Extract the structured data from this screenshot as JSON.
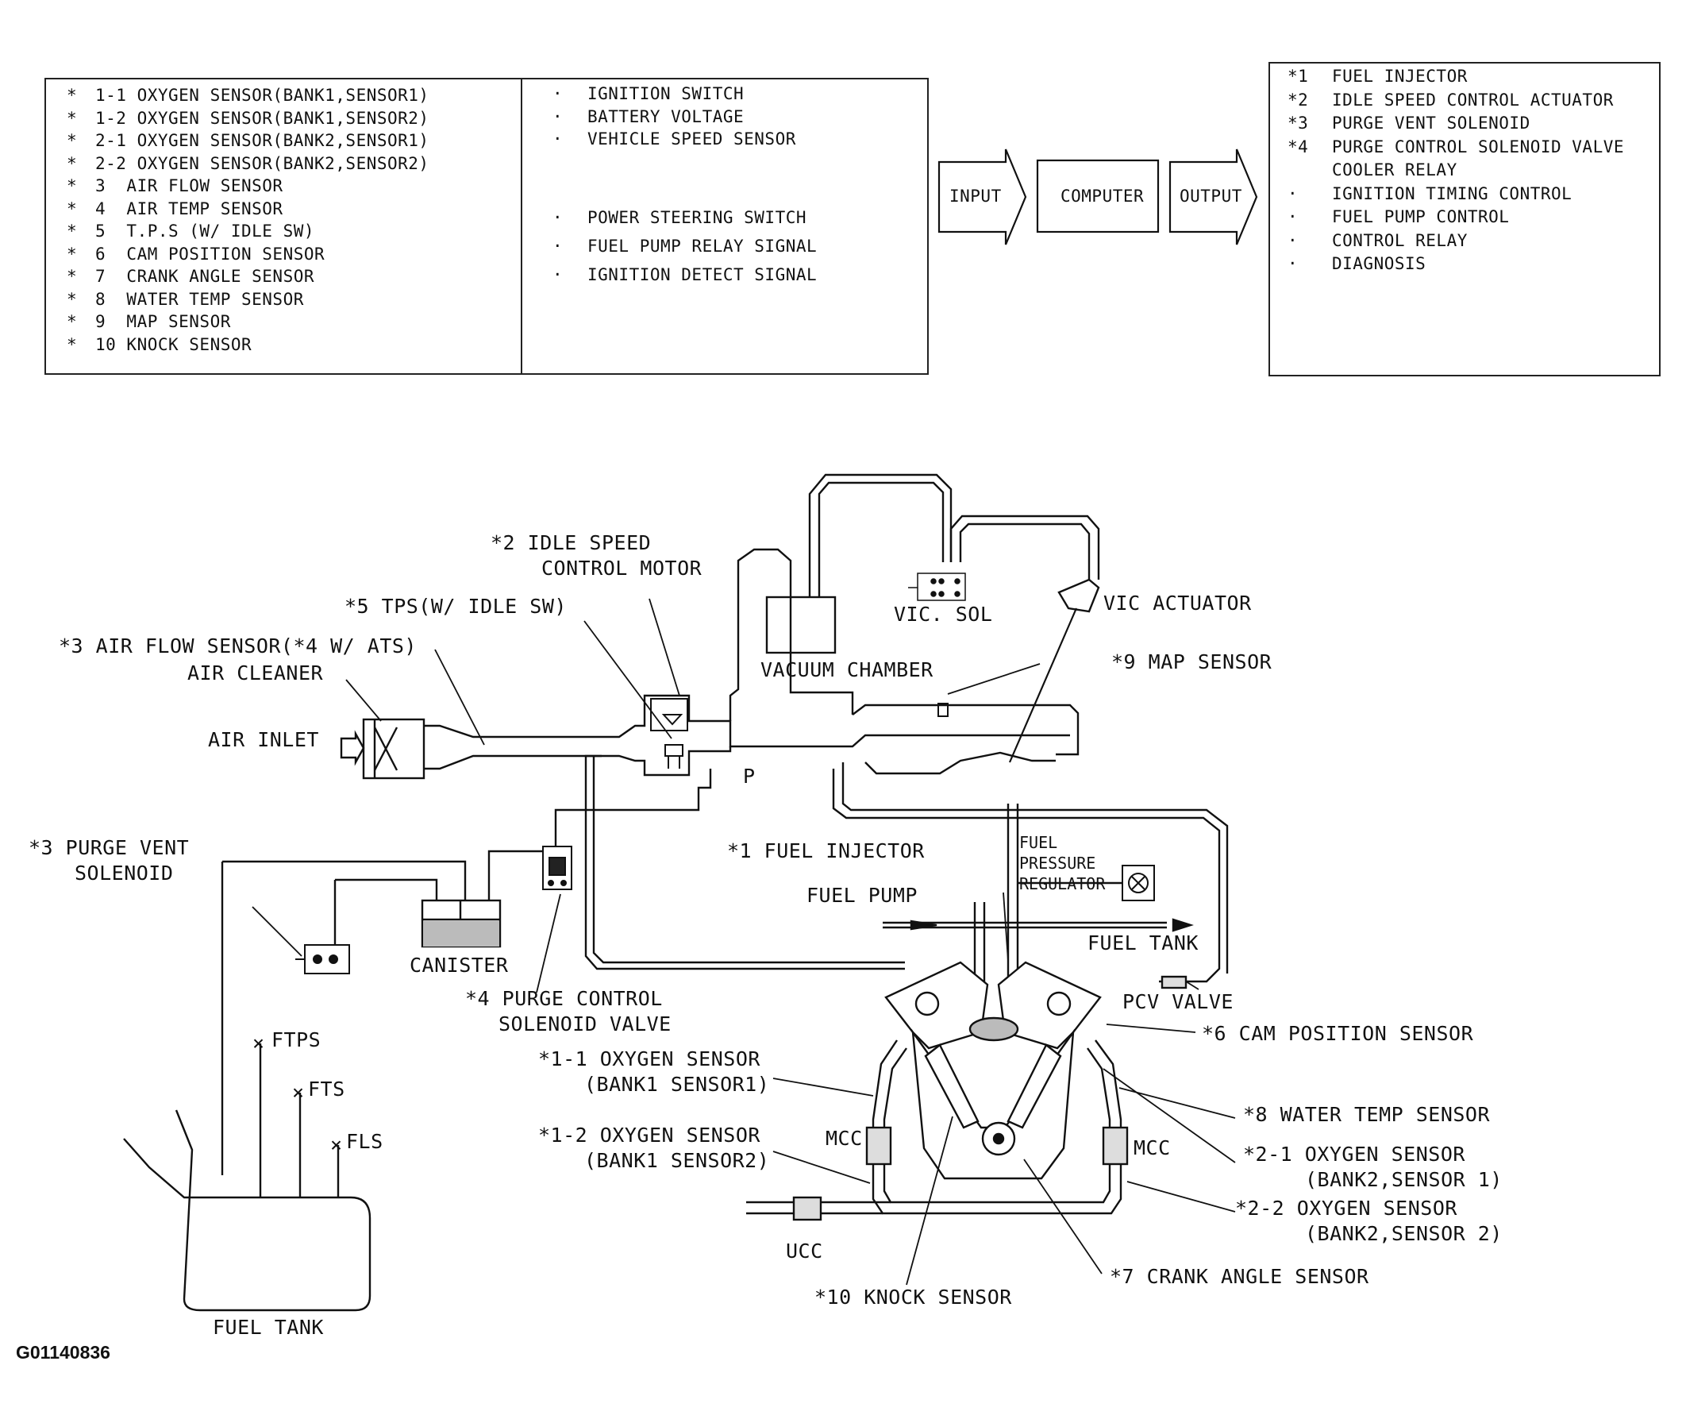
{
  "sensor_list": [
    {
      "mark": "*",
      "text": "1-1 OXYGEN SENSOR(BANK1,SENSOR1)"
    },
    {
      "mark": "*",
      "text": "1-2 OXYGEN SENSOR(BANK1,SENSOR2)"
    },
    {
      "mark": "*",
      "text": "2-1 OXYGEN SENSOR(BANK2,SENSOR1)"
    },
    {
      "mark": "*",
      "text": "2-2 OXYGEN SENSOR(BANK2,SENSOR2)"
    },
    {
      "mark": "*",
      "text": "3  AIR FLOW SENSOR"
    },
    {
      "mark": "*",
      "text": "4  AIR TEMP SENSOR"
    },
    {
      "mark": "*",
      "text": "5  T.P.S (W/ IDLE SW)"
    },
    {
      "mark": "*",
      "text": "6  CAM POSITION SENSOR"
    },
    {
      "mark": "*",
      "text": "7  CRANK ANGLE SENSOR"
    },
    {
      "mark": "*",
      "text": "8  WATER TEMP SENSOR"
    },
    {
      "mark": "*",
      "text": "9  MAP SENSOR"
    },
    {
      "mark": "*",
      "text": "10 KNOCK SENSOR"
    }
  ],
  "signal_list_a": [
    {
      "mark": "·",
      "text": "IGNITION SWITCH"
    },
    {
      "mark": "·",
      "text": "BATTERY VOLTAGE"
    },
    {
      "mark": "·",
      "text": "VEHICLE SPEED SENSOR"
    }
  ],
  "signal_list_b": [
    {
      "mark": "·",
      "text": "POWER STEERING SWITCH"
    },
    {
      "mark": "·",
      "text": "FUEL PUMP RELAY SIGNAL"
    },
    {
      "mark": "·",
      "text": "IGNITION DETECT SIGNAL"
    }
  ],
  "flow": {
    "input": "INPUT",
    "computer": "COMPUTER",
    "output": "OUTPUT"
  },
  "output_list": [
    {
      "mark": "*1",
      "text": "FUEL INJECTOR"
    },
    {
      "mark": "*2",
      "text": "IDLE SPEED CONTROL ACTUATOR"
    },
    {
      "mark": "*3",
      "text": "PURGE VENT SOLENOID"
    },
    {
      "mark": "*4",
      "text": "PURGE CONTROL SOLENOID VALVE"
    },
    {
      "mark": "",
      "text": "COOLER RELAY"
    },
    {
      "mark": "·",
      "text": "IGNITION TIMING CONTROL"
    },
    {
      "mark": "·",
      "text": "FUEL PUMP CONTROL"
    },
    {
      "mark": "·",
      "text": "CONTROL RELAY"
    },
    {
      "mark": "·",
      "text": "DIAGNOSIS"
    }
  ],
  "labels": {
    "idle_speed_1": "*2 IDLE SPEED",
    "idle_speed_2": "CONTROL MOTOR",
    "tps": "*5 TPS(W/ IDLE SW)",
    "airflow": "*3 AIR FLOW SENSOR(*4 W/ ATS)",
    "air_cleaner": "AIR CLEANER",
    "air_inlet": "AIR INLET",
    "vacuum_chamber": "VACUUM CHAMBER",
    "vic_sol": "VIC. SOL",
    "vic_actuator": "VIC ACTUATOR",
    "map_sensor": "*9 MAP SENSOR",
    "p_port": "P",
    "purge_vent_1": "*3 PURGE VENT",
    "purge_vent_2": "SOLENOID",
    "fuel_injector": "*1 FUEL INJECTOR",
    "fuel_pressure_1": "FUEL",
    "fuel_pressure_2": "PRESSURE",
    "fuel_pressure_3": "REGULATOR",
    "fuel_pump": "FUEL PUMP",
    "fuel_tank_return": "FUEL TANK",
    "canister": "CANISTER",
    "purge_ctrl_1": "*4 PURGE CONTROL",
    "purge_ctrl_2": "SOLENOID VALVE",
    "pcv_valve": "PCV VALVE",
    "cam_position": "*6 CAM POSITION SENSOR",
    "ftps": "FTPS",
    "fts": "FTS",
    "fls": "FLS",
    "o2_11_1": "*1-1 OXYGEN SENSOR",
    "o2_11_2": "(BANK1 SENSOR1)",
    "water_temp": "*8 WATER TEMP SENSOR",
    "o2_12_1": "*1-2 OXYGEN SENSOR",
    "o2_12_2": "(BANK1 SENSOR2)",
    "mcc_left": "MCC",
    "mcc_right": "MCC",
    "o2_21_1": "*2-1 OXYGEN SENSOR",
    "o2_21_2": "(BANK2,SENSOR 1)",
    "o2_22_1": "*2-2 OXYGEN SENSOR",
    "o2_22_2": "(BANK2,SENSOR 2)",
    "ucc": "UCC",
    "crank_angle": "*7 CRANK ANGLE SENSOR",
    "knock": "*10 KNOCK SENSOR",
    "fuel_tank": "FUEL TANK"
  },
  "figure_code": "G01140836"
}
